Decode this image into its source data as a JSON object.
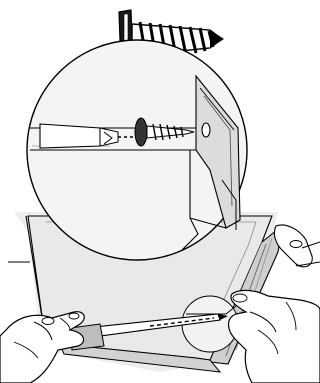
{
  "figure": {
    "kind": "assembly-illustration",
    "parts": [
      {
        "name": "screw-with-washer",
        "icon": "screw-icon"
      },
      {
        "name": "screwdriver",
        "icon": "screwdriver-icon"
      },
      {
        "name": "panel",
        "icon": "panel-icon"
      }
    ],
    "colors": {
      "line": "#000000",
      "paper": "#ffffff",
      "shade": "#e6e6e6",
      "shade_dark": "#b9b9b9",
      "magnifier": "#f2f2f2"
    },
    "text_labels": []
  }
}
